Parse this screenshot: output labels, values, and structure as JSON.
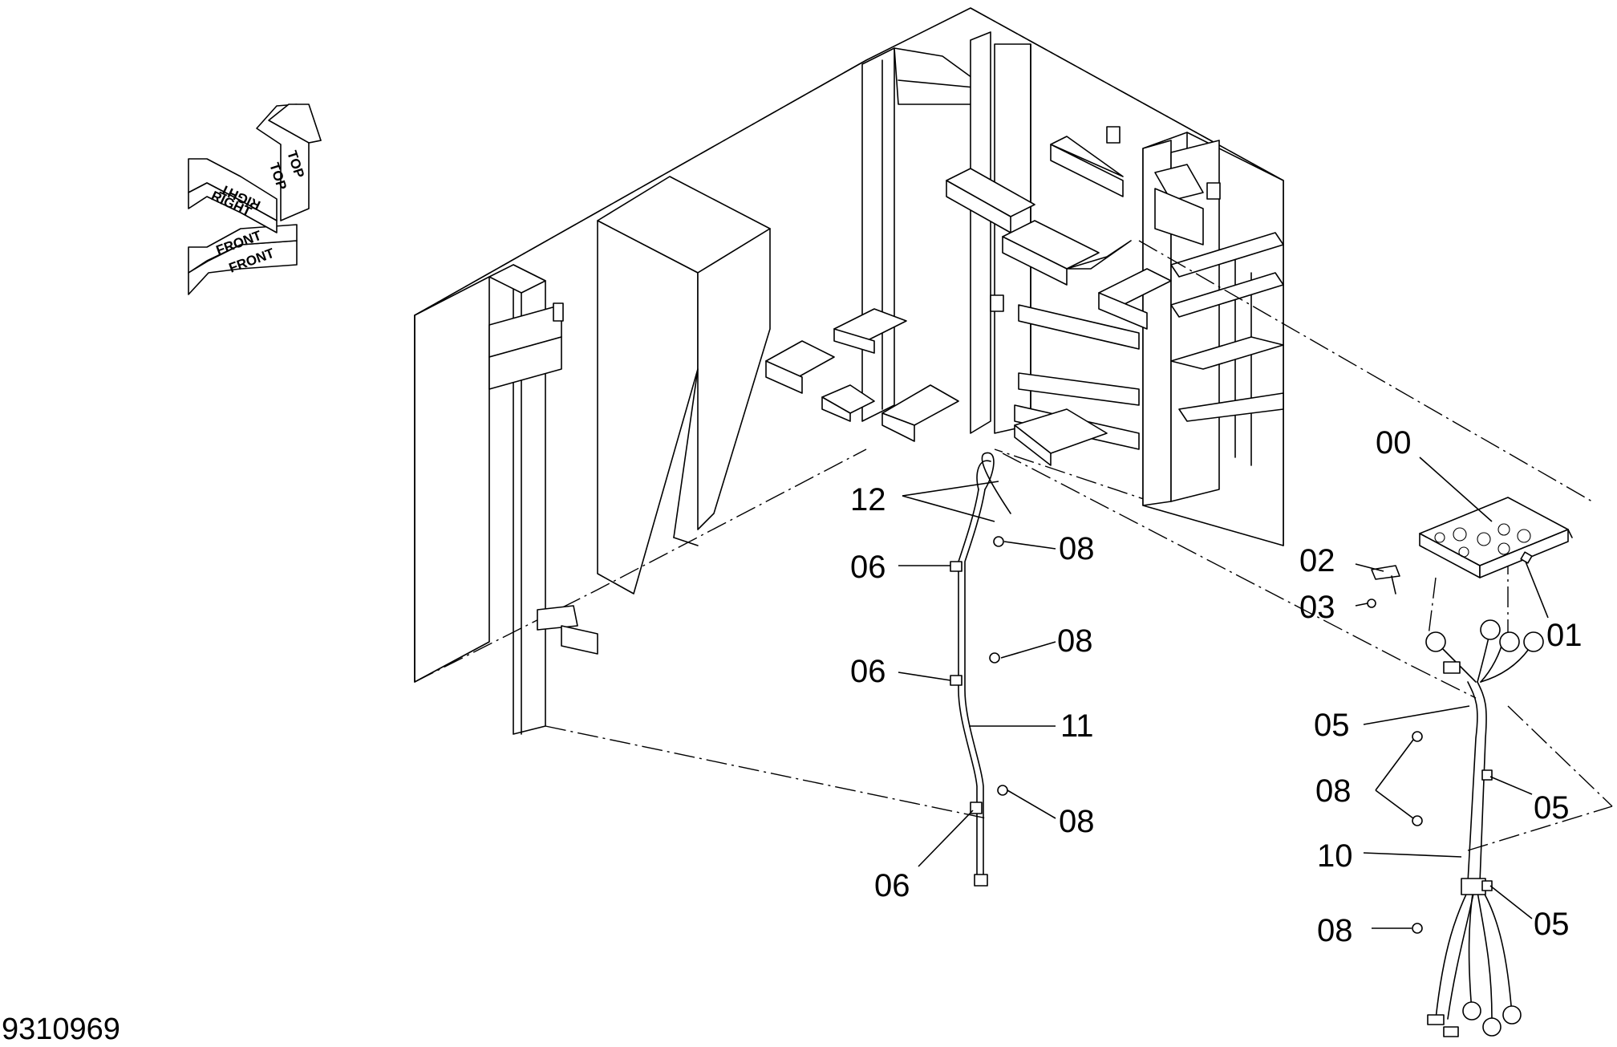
{
  "document_number": "9310969",
  "orientation_indicator": {
    "labels": [
      "TOP",
      "TOP",
      "RIGHT",
      "RIGHT",
      "FRONT",
      "FRONT"
    ]
  },
  "part_callouts": [
    {
      "number": "00",
      "name": "bracket-plate"
    },
    {
      "number": "01",
      "name": "screw"
    },
    {
      "number": "02",
      "name": "clip"
    },
    {
      "number": "03",
      "name": "screw"
    },
    {
      "number": "05",
      "name": "clamp"
    },
    {
      "number": "05",
      "name": "clamp"
    },
    {
      "number": "05",
      "name": "clamp"
    },
    {
      "number": "06",
      "name": "clamp"
    },
    {
      "number": "06",
      "name": "clamp"
    },
    {
      "number": "06",
      "name": "clamp"
    },
    {
      "number": "08",
      "name": "screw"
    },
    {
      "number": "08",
      "name": "screw"
    },
    {
      "number": "08",
      "name": "screw"
    },
    {
      "number": "08",
      "name": "screw"
    },
    {
      "number": "08",
      "name": "screw"
    },
    {
      "number": "10",
      "name": "wire-harness"
    },
    {
      "number": "11",
      "name": "wire-harness"
    },
    {
      "number": "12",
      "name": "cable-tie"
    }
  ]
}
